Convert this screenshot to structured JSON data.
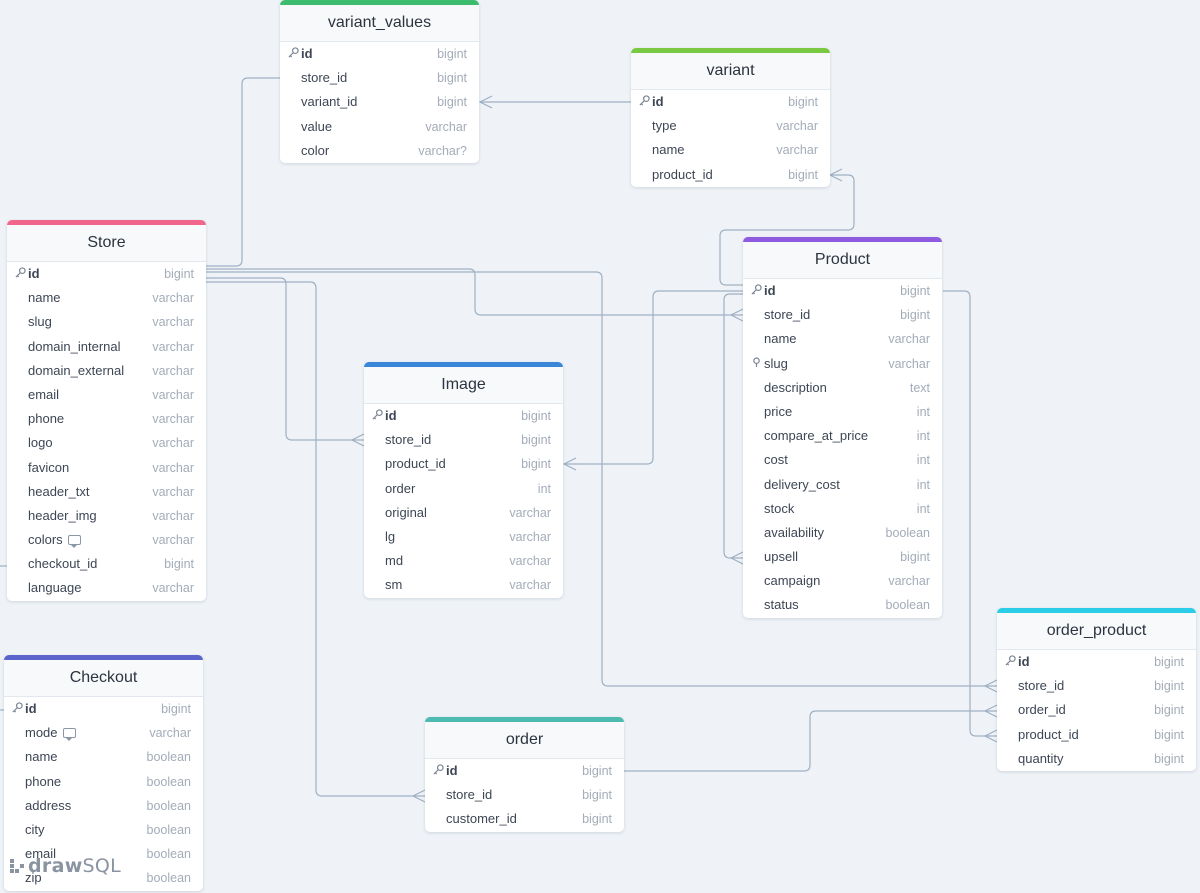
{
  "logo": {
    "draw": "draw",
    "sql": "SQL"
  },
  "tables": {
    "variant_values": {
      "title": "variant_values",
      "color": "#3ebc6e",
      "columns": [
        {
          "name": "id",
          "type": "bigint",
          "pk": true
        },
        {
          "name": "store_id",
          "type": "bigint"
        },
        {
          "name": "variant_id",
          "type": "bigint"
        },
        {
          "name": "value",
          "type": "varchar"
        },
        {
          "name": "color",
          "type": "varchar?"
        }
      ]
    },
    "variant": {
      "title": "variant",
      "color": "#7ac943",
      "columns": [
        {
          "name": "id",
          "type": "bigint",
          "pk": true
        },
        {
          "name": "type",
          "type": "varchar"
        },
        {
          "name": "name",
          "type": "varchar"
        },
        {
          "name": "product_id",
          "type": "bigint"
        }
      ]
    },
    "store": {
      "title": "Store",
      "color": "#f0678b",
      "columns": [
        {
          "name": "id",
          "type": "bigint",
          "pk": true
        },
        {
          "name": "name",
          "type": "varchar"
        },
        {
          "name": "slug",
          "type": "varchar"
        },
        {
          "name": "domain_internal",
          "type": "varchar"
        },
        {
          "name": "domain_external",
          "type": "varchar"
        },
        {
          "name": "email",
          "type": "varchar"
        },
        {
          "name": "phone",
          "type": "varchar"
        },
        {
          "name": "logo",
          "type": "varchar"
        },
        {
          "name": "favicon",
          "type": "varchar"
        },
        {
          "name": "header_txt",
          "type": "varchar"
        },
        {
          "name": "header_img",
          "type": "varchar"
        },
        {
          "name": "colors",
          "type": "varchar",
          "comment": true
        },
        {
          "name": "checkout_id",
          "type": "bigint"
        },
        {
          "name": "language",
          "type": "varchar"
        }
      ]
    },
    "product": {
      "title": "Product",
      "color": "#8d5ae0",
      "columns": [
        {
          "name": "id",
          "type": "bigint",
          "pk": true
        },
        {
          "name": "store_id",
          "type": "bigint"
        },
        {
          "name": "name",
          "type": "varchar"
        },
        {
          "name": "slug",
          "type": "varchar",
          "unique": true
        },
        {
          "name": "description",
          "type": "text"
        },
        {
          "name": "price",
          "type": "int"
        },
        {
          "name": "compare_at_price",
          "type": "int"
        },
        {
          "name": "cost",
          "type": "int"
        },
        {
          "name": "delivery_cost",
          "type": "int"
        },
        {
          "name": "stock",
          "type": "int"
        },
        {
          "name": "availability",
          "type": "boolean"
        },
        {
          "name": "upsell",
          "type": "bigint"
        },
        {
          "name": "campaign",
          "type": "varchar"
        },
        {
          "name": "status",
          "type": "boolean"
        }
      ]
    },
    "image": {
      "title": "Image",
      "color": "#3a87d9",
      "columns": [
        {
          "name": "id",
          "type": "bigint",
          "pk": true
        },
        {
          "name": "store_id",
          "type": "bigint"
        },
        {
          "name": "product_id",
          "type": "bigint"
        },
        {
          "name": "order",
          "type": "int"
        },
        {
          "name": "original",
          "type": "varchar"
        },
        {
          "name": "lg",
          "type": "varchar"
        },
        {
          "name": "md",
          "type": "varchar"
        },
        {
          "name": "sm",
          "type": "varchar"
        }
      ]
    },
    "checkout": {
      "title": "Checkout",
      "color": "#5b63cc",
      "columns": [
        {
          "name": "id",
          "type": "bigint",
          "pk": true
        },
        {
          "name": "mode",
          "type": "varchar",
          "comment": true
        },
        {
          "name": "name",
          "type": "boolean"
        },
        {
          "name": "phone",
          "type": "boolean"
        },
        {
          "name": "address",
          "type": "boolean"
        },
        {
          "name": "city",
          "type": "boolean"
        },
        {
          "name": "email",
          "type": "boolean"
        },
        {
          "name": "zip",
          "type": "boolean"
        }
      ]
    },
    "order": {
      "title": "order",
      "color": "#4dbbb0",
      "columns": [
        {
          "name": "id",
          "type": "bigint",
          "pk": true
        },
        {
          "name": "store_id",
          "type": "bigint"
        },
        {
          "name": "customer_id",
          "type": "bigint"
        }
      ]
    },
    "order_product": {
      "title": "order_product",
      "color": "#2ccde6",
      "columns": [
        {
          "name": "id",
          "type": "bigint",
          "pk": true
        },
        {
          "name": "store_id",
          "type": "bigint"
        },
        {
          "name": "order_id",
          "type": "bigint"
        },
        {
          "name": "product_id",
          "type": "bigint"
        },
        {
          "name": "quantity",
          "type": "bigint"
        }
      ]
    }
  }
}
